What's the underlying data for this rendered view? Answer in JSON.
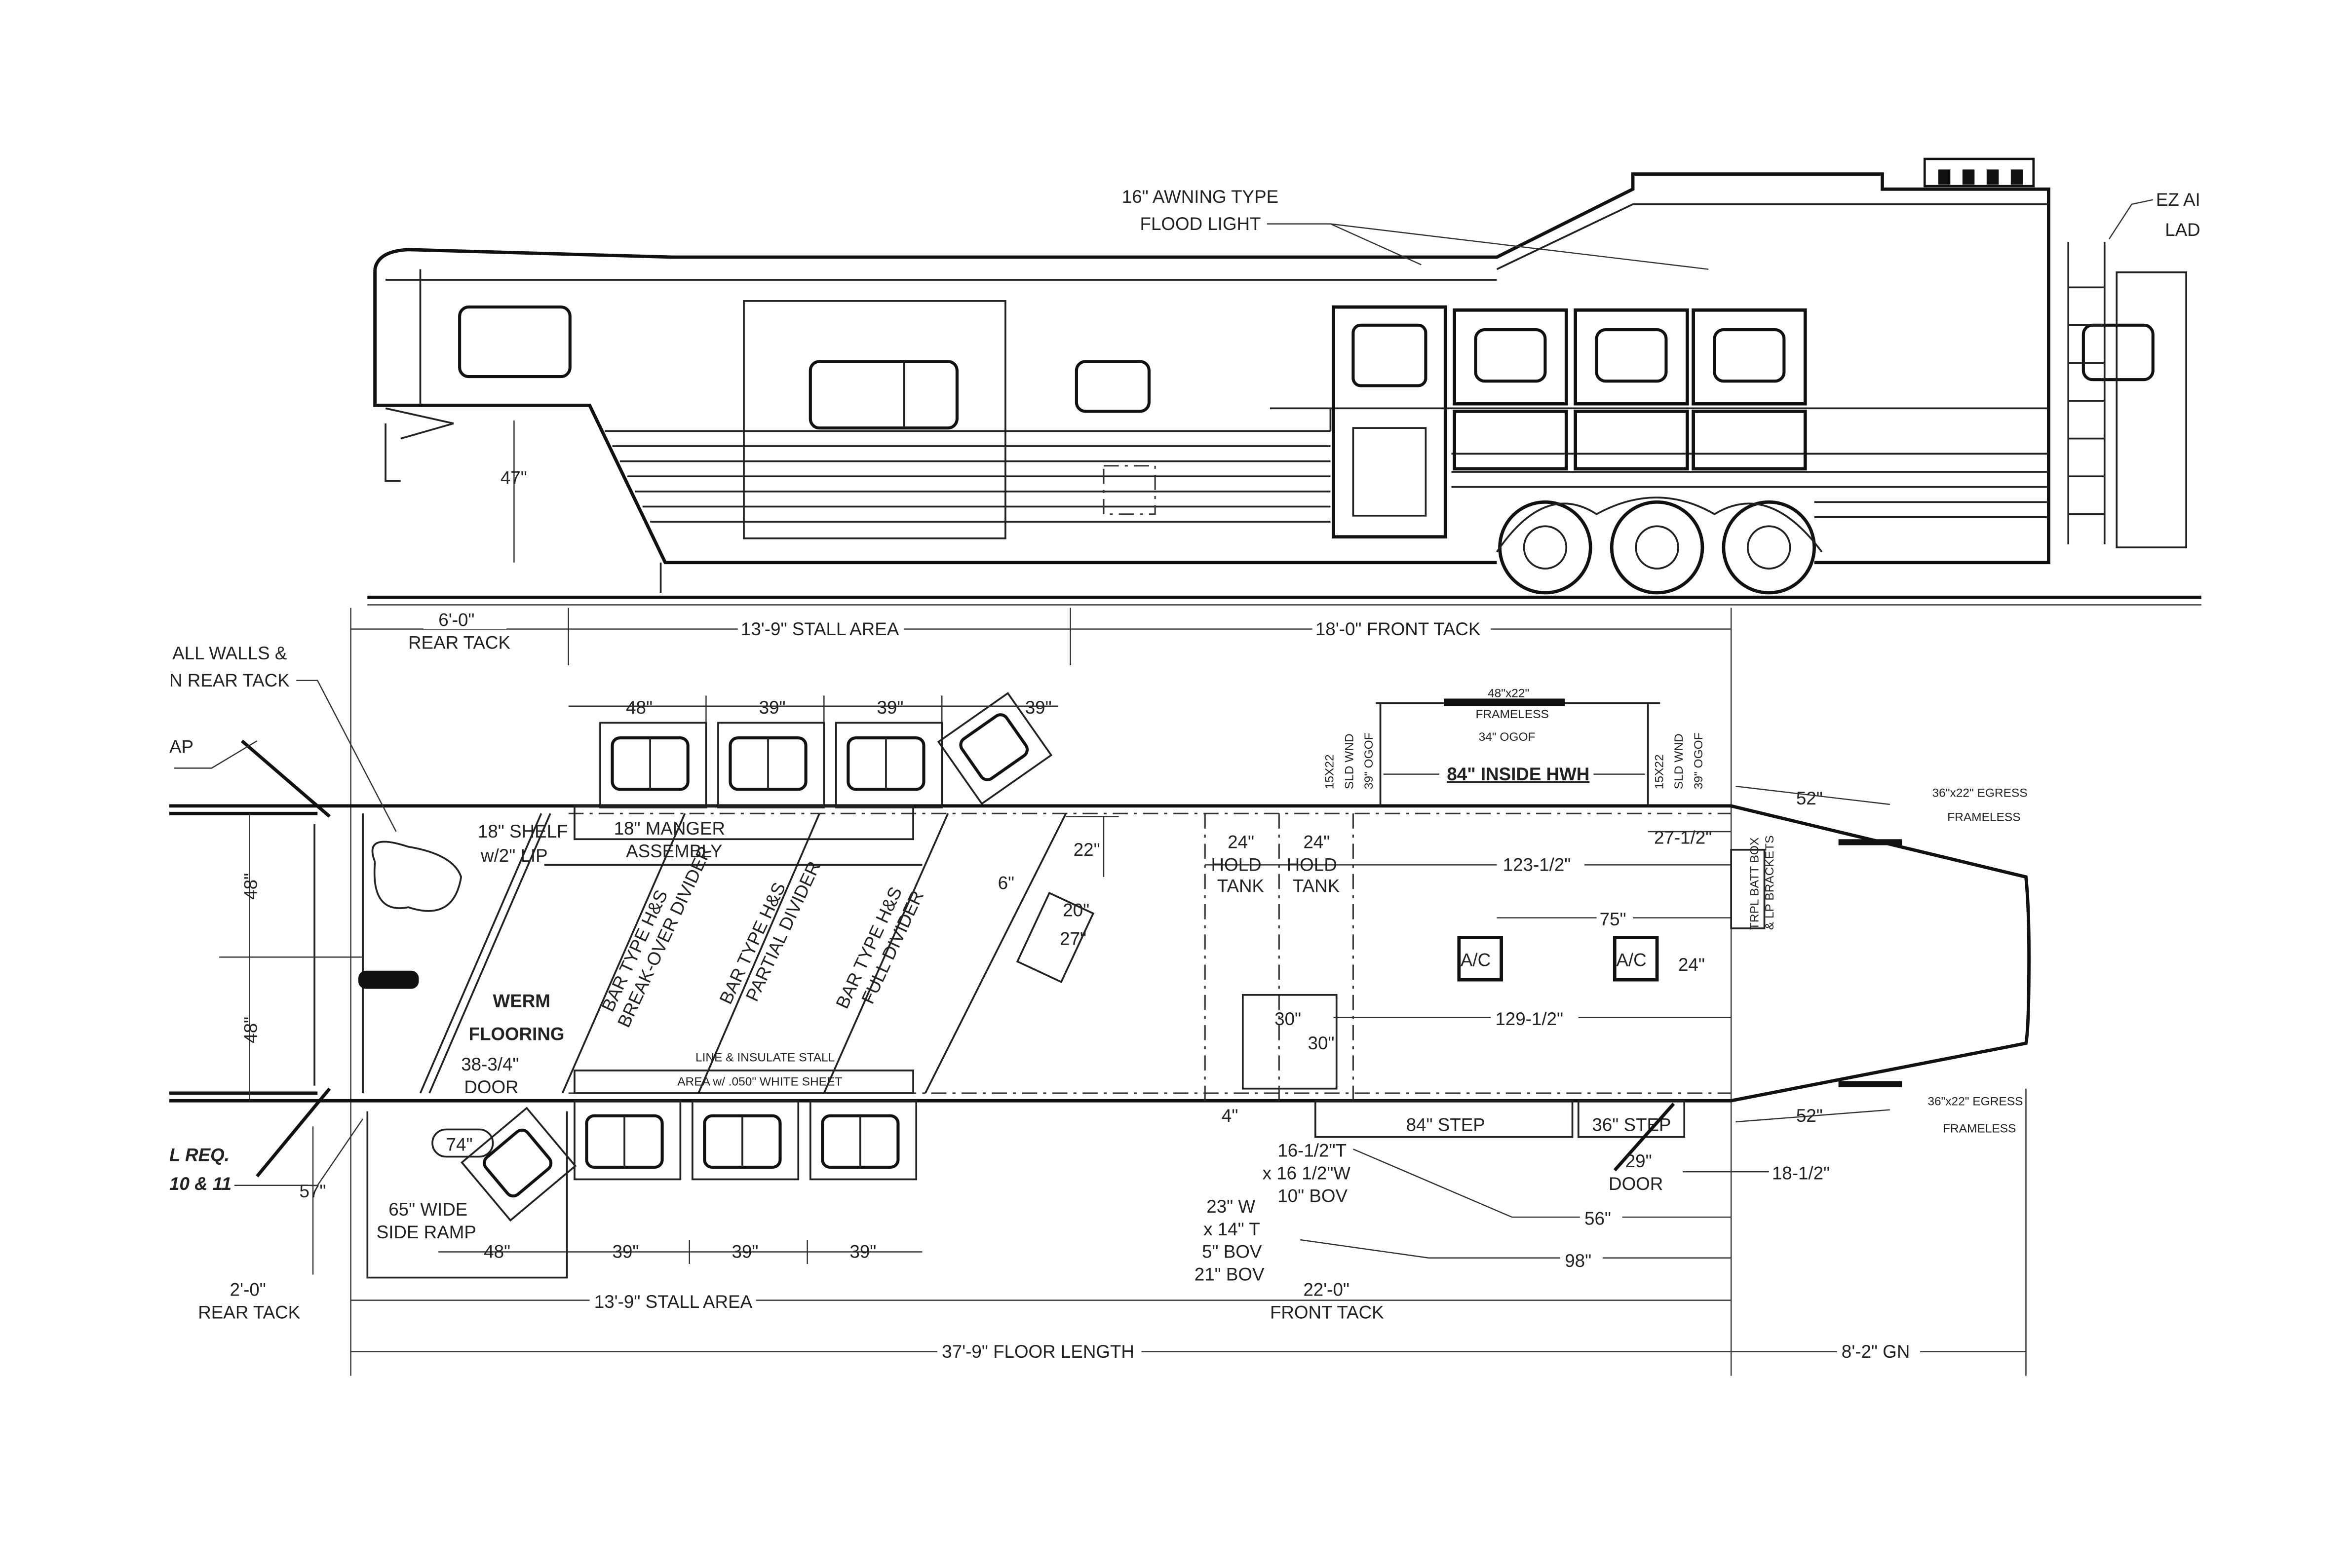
{
  "elevation": {
    "callout_light": [
      "16\" AWNING TYPE",
      "FLOOD LIGHT"
    ],
    "callout_ladder": [
      "EZ AI",
      "LAD"
    ],
    "dim_47": "47\""
  },
  "top_dims": {
    "rear_tack": [
      "6'-0\"",
      "REAR TACK"
    ],
    "stall_area": "13'-9\" STALL AREA",
    "front_tack": "18'-0\" FRONT TACK"
  },
  "plan": {
    "left_callouts": [
      "ALL WALLS &",
      "N REAR TACK",
      "AP",
      "L REQ.",
      "10 & 11"
    ],
    "top_window_dims": [
      "48\"",
      "39\"",
      "39\"",
      "39\""
    ],
    "bottom_window_dims": [
      "48\"",
      "39\"",
      "39\"",
      "39\""
    ],
    "dim_48a": "48\"",
    "dim_48b": "48\"",
    "dim_57": "57\"",
    "dim_74": "74\"",
    "shelf": [
      "18\" SHELF",
      "w/2\" LIP"
    ],
    "manger": [
      "18\" MANGER",
      "ASSEMBLY"
    ],
    "flooring": [
      "WERM",
      "FLOORING"
    ],
    "door": [
      "38-3/4\"",
      "DOOR"
    ],
    "ramp": [
      "65\" WIDE",
      "SIDE RAMP"
    ],
    "dividers": [
      [
        "BAR TYPE H&S",
        "BREAK-OVER DIVIDER"
      ],
      [
        "BAR TYPE H&S",
        "PARTIAL DIVIDER"
      ],
      [
        "BAR TYPE H&S",
        "FULL DIVIDER"
      ]
    ],
    "liner": [
      "LINE & INSULATE STALL",
      "AREA w/ .050\" WHITE SHEET"
    ],
    "dim_22": "22\"",
    "dim_6": "6\"",
    "dim_20": "20\"",
    "dim_27": "27\"",
    "hold_tanks": [
      [
        "24\"",
        "HOLD",
        "TANK"
      ],
      [
        "24\"",
        "HOLD",
        "TANK"
      ]
    ],
    "dim_30a": "30\"",
    "dim_30b": "30\"",
    "dim_4": "4\"",
    "window_top": [
      "48\"x22\"",
      "FRAMELESS",
      "34\" OGOF"
    ],
    "side_window_left": [
      "15X22",
      "SLD WND",
      "39\" OGOF"
    ],
    "side_window_right": [
      "15X22",
      "SLD WND",
      "39\" OGOF"
    ],
    "hwh": "84\" INSIDE HWH",
    "dim_123": "123-1/2\"",
    "dim_27_5": "27-1/2\"",
    "dim_75": "75\"",
    "ac_units": [
      "A/C",
      "A/C"
    ],
    "dim_24": "24\"",
    "dim_129": "129-1/2\"",
    "batt_box": [
      "TRPL BATT BOX",
      "& LP BRACKETS"
    ],
    "egress_top": [
      "36\"x22\" EGRESS",
      "FRAMELESS"
    ],
    "egress_bottom": [
      "36\"x22\" EGRESS",
      "FRAMELESS"
    ],
    "dim_52a": "52\"",
    "dim_52b": "52\"",
    "step_84": "84\" STEP",
    "step_36": "36\" STEP",
    "door_29": [
      "29\"",
      "DOOR"
    ],
    "dim_18": "18-1/2\"",
    "dim_56": "56\"",
    "dim_98": "98\"",
    "vent1": [
      "16-1/2\"T",
      "x 16 1/2\"W",
      "10\" BOV"
    ],
    "vent2": [
      "23\" W",
      "x 14\" T",
      "5\" BOV",
      "21\" BOV"
    ]
  },
  "bottom_dims": {
    "rear_tack": [
      "2'-0\"",
      "REAR TACK"
    ],
    "stall_area": "13'-9\" STALL AREA",
    "front_tack": [
      "22'-0\"",
      "FRONT TACK"
    ],
    "floor_length": "37'-9\" FLOOR LENGTH",
    "gn": "8'-2\" GN"
  }
}
